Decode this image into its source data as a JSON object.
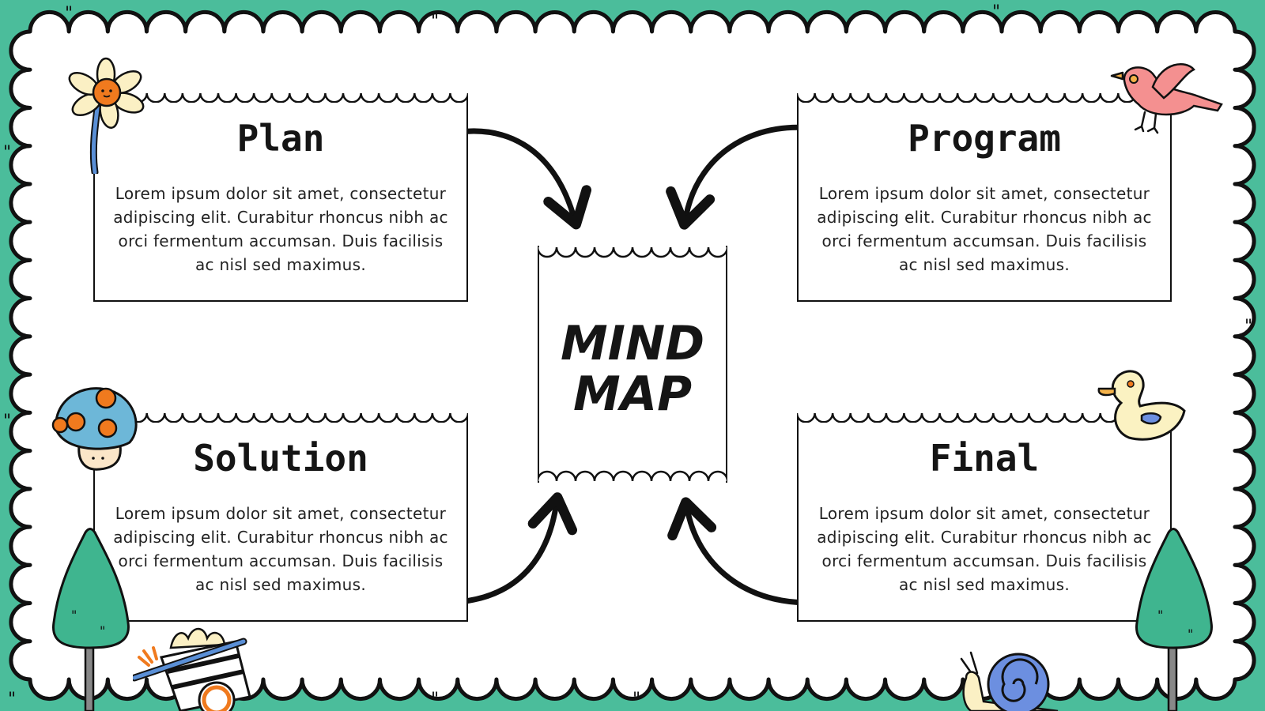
{
  "center": {
    "line1": "MIND",
    "line2": "MAP"
  },
  "cards": {
    "plan": {
      "title": "Plan",
      "body": "Lorem ipsum dolor sit amet, consectetur adipiscing elit. Curabitur rhoncus nibh ac orci fermentum accumsan. Duis facilisis ac nisl sed maximus."
    },
    "program": {
      "title": "Program",
      "body": "Lorem ipsum dolor sit amet, consectetur adipiscing elit. Curabitur rhoncus nibh ac orci fermentum accumsan. Duis facilisis ac nisl sed maximus."
    },
    "solution": {
      "title": "Solution",
      "body": "Lorem ipsum dolor sit amet, consectetur adipiscing elit. Curabitur rhoncus nibh ac orci fermentum accumsan. Duis facilisis ac nisl sed maximus."
    },
    "final": {
      "title": "Final",
      "body": "Lorem ipsum dolor sit amet, consectetur adipiscing elit. Curabitur rhoncus nibh ac orci fermentum accumsan. Duis facilisis ac nisl sed maximus."
    }
  },
  "colors": {
    "background": "#4bbd9b",
    "paper": "#ffffff",
    "ink": "#111111",
    "tree": "#3fb58f",
    "flower_center": "#f07a1e",
    "bird": "#f49090",
    "mushroom_cap": "#6db7d8",
    "duck": "#fbf2c2",
    "snail_shell": "#6c8fe0"
  },
  "icons": [
    "flower-icon",
    "bird-icon",
    "mushroom-icon",
    "duck-icon",
    "tree-icon",
    "snail-icon",
    "cart-icon"
  ]
}
